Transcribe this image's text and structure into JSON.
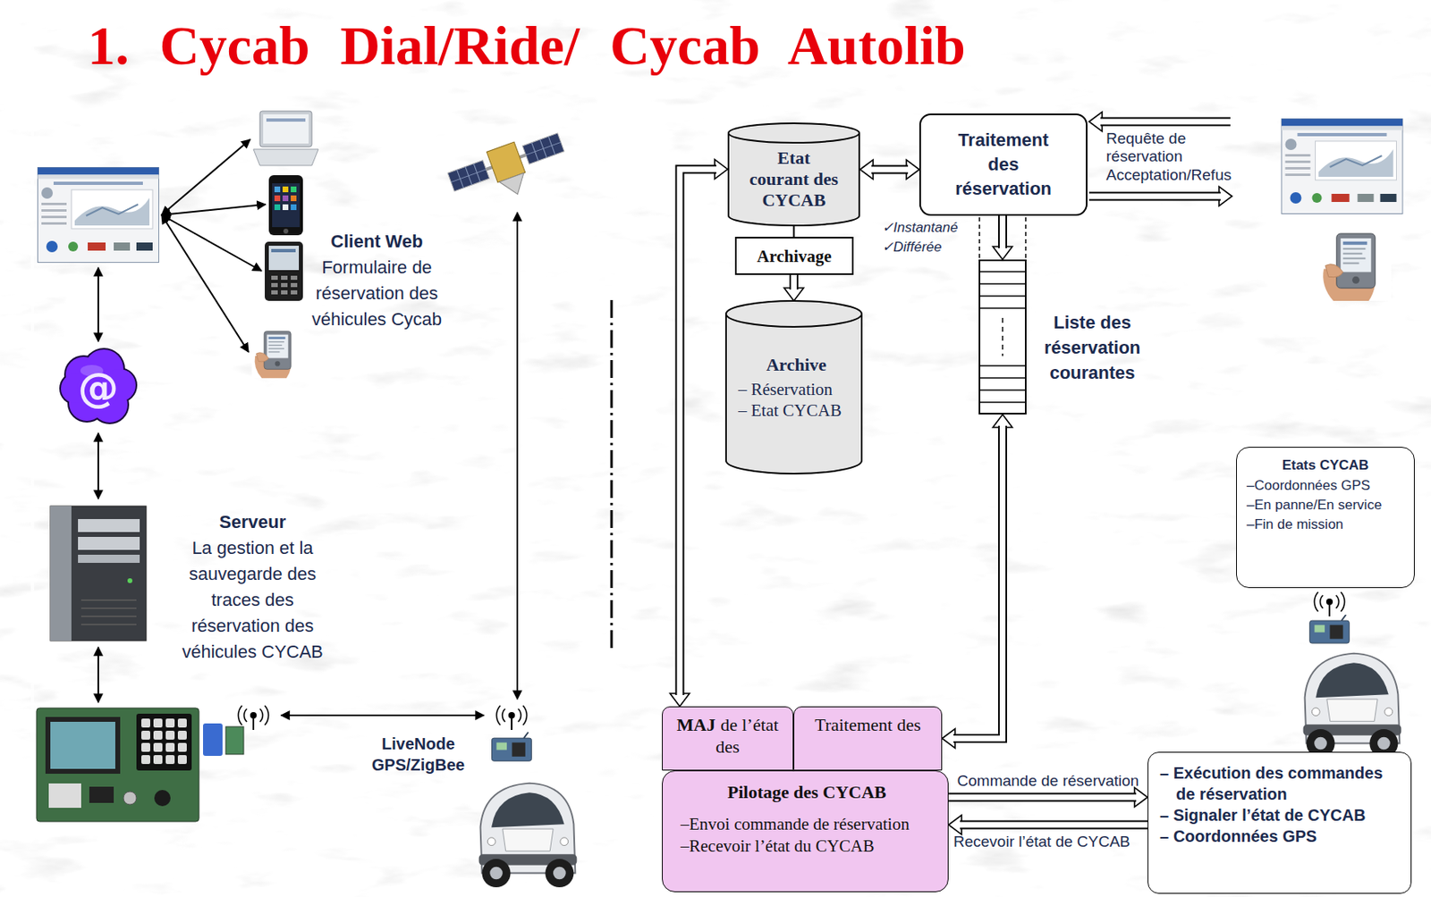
{
  "diagram": {
    "title": "1. Cycab Dial/Ride/ Cycab Autolib",
    "nodes": [
      {
        "text": [
          "Etat courant des CYCAB"
        ]
      },
      {
        "text": [
          "Archivage"
        ]
      },
      {
        "text": [
          "Archive",
          "– Réservation",
          "– Etat CYCAB"
        ]
      },
      {
        "text": [
          "Traitement des réservation"
        ]
      },
      {
        "text": [
          "Liste des réservation courantes"
        ]
      },
      {
        "text": [
          "MAJ",
          "de l’état des"
        ]
      },
      {
        "text": [
          "Traitement des"
        ]
      },
      {
        "text": [
          "Pilotage des CYCAB",
          "–Envoi commande de réservation",
          "–Recevoir l’état du CYCAB"
        ]
      },
      {
        "text": [
          "– Exécution des commandes de réservation",
          "– Signaler l’état de CYCAB",
          "– Coordonnées GPS"
        ]
      },
      {
        "text": [
          "Etats CYCAB",
          "–Coordonnées GPS",
          "–En panne/En service",
          "–Fin de mission"
        ]
      },
      {
        "text": [
          "@"
        ]
      }
    ],
    "edges": [
      {
        "from": 0,
        "to": 3,
        "arrow": "both"
      },
      {
        "from": 0,
        "to": 1,
        "arrow": "none"
      },
      {
        "from": 1,
        "to": 2,
        "arrow": "to"
      },
      {
        "from": 3,
        "to": 4,
        "arrow": "to"
      },
      {
        "from": 4,
        "to": 6,
        "arrow": "both"
      },
      {
        "from": 0,
        "to": 5,
        "arrow": "both"
      },
      {
        "from": 7,
        "to": 8,
        "arrow": "to",
        "label": "Commande de réservation"
      },
      {
        "from": 8,
        "to": 7,
        "arrow": "to",
        "label": "Recevoir l’état de CYCAB"
      }
    ],
    "labels": [
      "Client Web",
      "Formulaire de réservation des véhicules Cycab",
      "Serveur",
      "La gestion et la sauvegarde des traces des réservation des véhicules CYCAB",
      "LiveNode GPS/ZigBee",
      "Requête de réservation",
      "Acceptation/Refus",
      "✓Instantané",
      "✓Différée"
    ]
  }
}
